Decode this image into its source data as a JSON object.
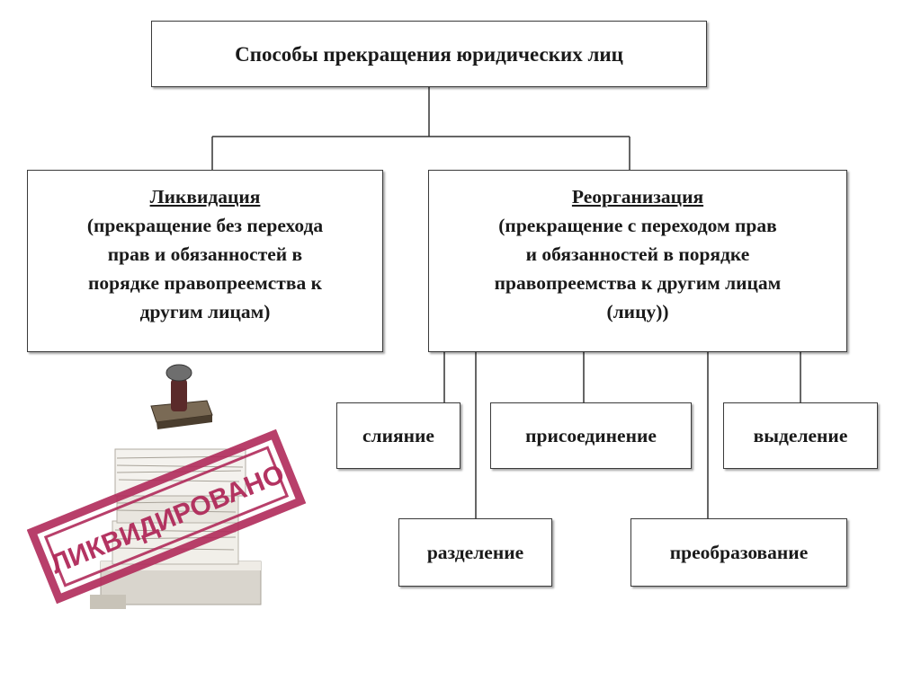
{
  "diagram": {
    "title": "Способы прекращения юридических лиц",
    "liquidation": {
      "head": "Ликвидация",
      "lines": [
        "(прекращение без перехода",
        "прав и обязанностей в",
        "порядке правопреемства к",
        "другим лицам)"
      ]
    },
    "reorganization": {
      "head": "Реорганизация",
      "lines": [
        "(прекращение с переходом прав",
        "и обязанностей в порядке",
        "правопреемства к другим лицам",
        "(лицу))"
      ]
    },
    "forms": {
      "merger": "слияние",
      "accession": "присоединение",
      "separation": "выделение",
      "division": "разделение",
      "transformation": "преобразование"
    }
  },
  "illustration": {
    "stamp_text": "ЛИКВИДИРОВАНО",
    "stamp_color": "#b02a5a"
  }
}
